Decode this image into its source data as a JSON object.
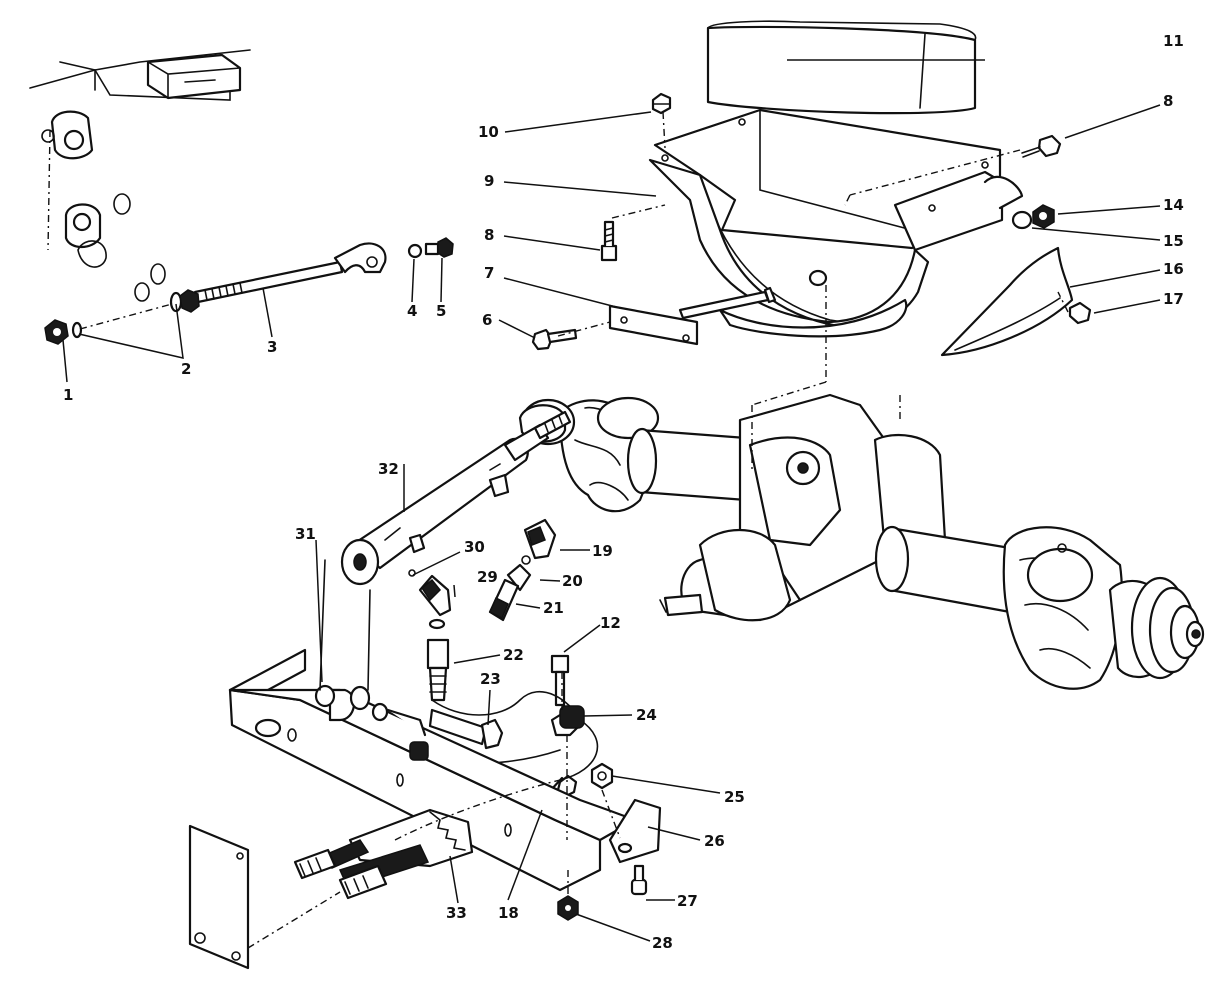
{
  "diagram": {
    "callouts": [
      {
        "id": "c1",
        "label": "1"
      },
      {
        "id": "c2",
        "label": "2"
      },
      {
        "id": "c3",
        "label": "3"
      },
      {
        "id": "c4",
        "label": "4"
      },
      {
        "id": "c5",
        "label": "5"
      },
      {
        "id": "c6",
        "label": "6"
      },
      {
        "id": "c7",
        "label": "7"
      },
      {
        "id": "c8a",
        "label": "8"
      },
      {
        "id": "c8b",
        "label": "8"
      },
      {
        "id": "c9",
        "label": "9"
      },
      {
        "id": "c10",
        "label": "10"
      },
      {
        "id": "c11",
        "label": "11"
      },
      {
        "id": "c12",
        "label": "12"
      },
      {
        "id": "c14",
        "label": "14"
      },
      {
        "id": "c15",
        "label": "15"
      },
      {
        "id": "c16",
        "label": "16"
      },
      {
        "id": "c17",
        "label": "17"
      },
      {
        "id": "c18",
        "label": "18"
      },
      {
        "id": "c19",
        "label": "19"
      },
      {
        "id": "c20",
        "label": "20"
      },
      {
        "id": "c21",
        "label": "21"
      },
      {
        "id": "c22",
        "label": "22"
      },
      {
        "id": "c23",
        "label": "23"
      },
      {
        "id": "c24",
        "label": "24"
      },
      {
        "id": "c25",
        "label": "25"
      },
      {
        "id": "c26",
        "label": "26"
      },
      {
        "id": "c27",
        "label": "27"
      },
      {
        "id": "c28",
        "label": "28"
      },
      {
        "id": "c29",
        "label": "29"
      },
      {
        "id": "c30",
        "label": "30"
      },
      {
        "id": "c31",
        "label": "31"
      },
      {
        "id": "c32",
        "label": "32"
      },
      {
        "id": "c33",
        "label": "33"
      }
    ]
  }
}
